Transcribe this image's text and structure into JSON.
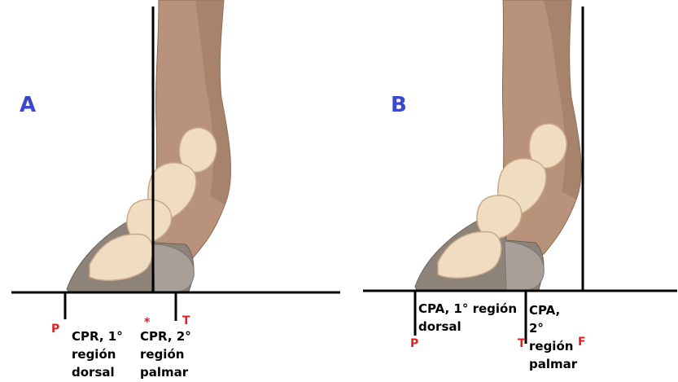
{
  "colors": {
    "panel_letter": "#3b48cc",
    "marker": "#e02020",
    "line": "#000000",
    "skin": "#b8927a",
    "bone": "#f0dcc0",
    "hoof": "#8e8378"
  },
  "panel_a": {
    "letter": "A",
    "label_left": [
      "CPR, 1°",
      "región",
      "dorsal"
    ],
    "label_right": [
      "CPR, 2°",
      "región",
      "palmar"
    ],
    "marker_p": "P",
    "marker_star": "*",
    "marker_t": "T"
  },
  "panel_b": {
    "letter": "B",
    "label_left": [
      "CPA, 1° región",
      "dorsal"
    ],
    "label_right": [
      "CPA,",
      "2°",
      "región",
      "palmar"
    ],
    "marker_p": "P",
    "marker_t": "T",
    "marker_f": "F"
  }
}
